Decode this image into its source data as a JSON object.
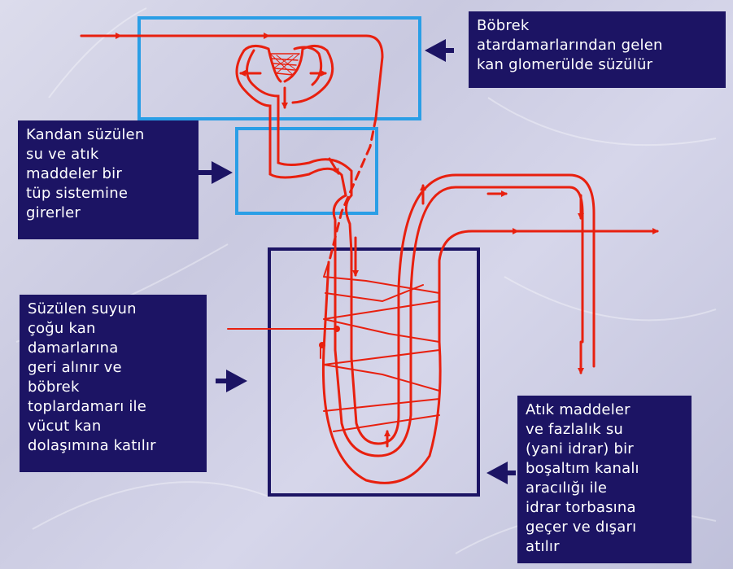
{
  "labels": {
    "glomerulus": "Böbrek\natardamarlarından gelen\nkan glomerülde süzülür",
    "tubule": "Kandan süzülen\nsu ve atık\nmaddeler bir\ntüp sistemine\ngirerler",
    "reabsorption": "Süzülen suyun\nçoğu kan\ndamarlarına\ngeri alınır ve\nböbrek\ntoplardamarı ile\nvücut kan\ndolaşımına katılır",
    "urine": "Atık maddeler\nve fazlalık su\n(yani idrar) bir\nboşaltım kanalı\naracılığı ile\nidrar torbasına\ngeçer ve dışarı\natılır"
  },
  "colors": {
    "label_bg": "#1c1464",
    "arrow": "#1c1464",
    "cyan_frame": "#2a9ee6",
    "navy_frame": "#1c1464",
    "flow": "#e8200f"
  }
}
